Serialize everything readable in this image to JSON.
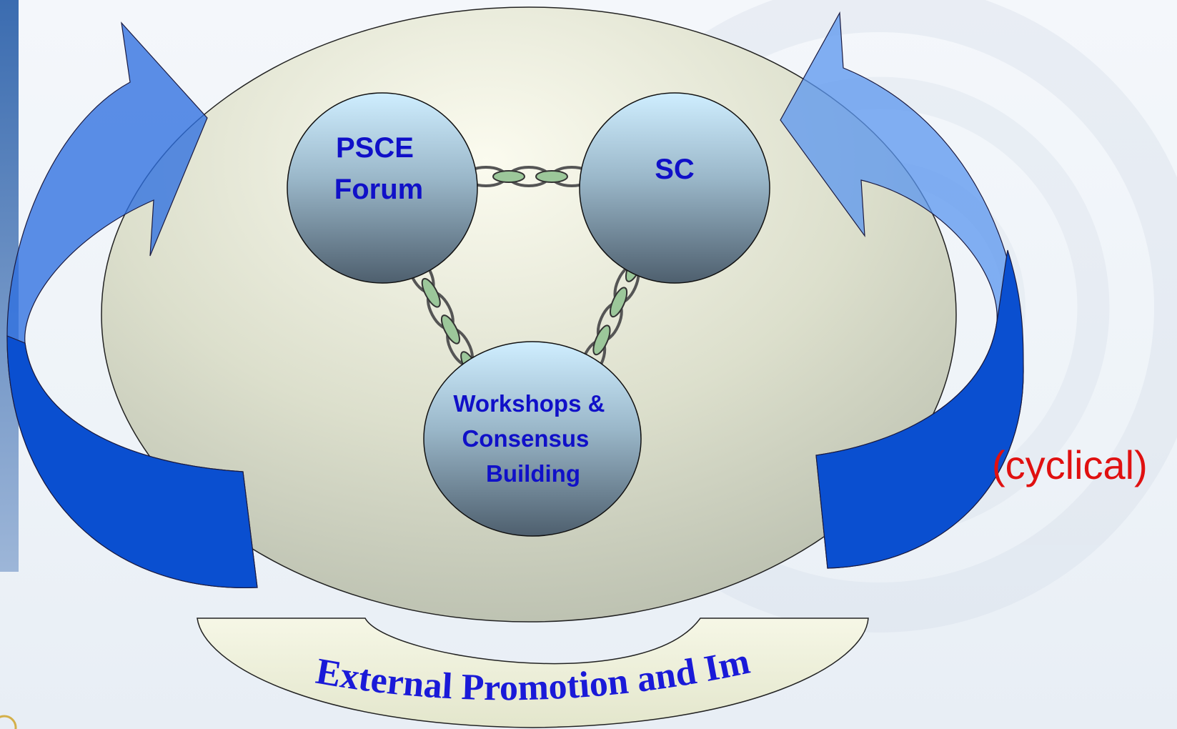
{
  "diagram": {
    "nodes": {
      "psce": {
        "lines": [
          "PSCE",
          "Forum"
        ]
      },
      "sc": {
        "lines": [
          "SC"
        ]
      },
      "workshops": {
        "lines": [
          "Workshops &",
          "Consensus",
          "Building"
        ]
      }
    },
    "side_label": "(cyclical)",
    "base_label": "External Promotion and Impact",
    "colors": {
      "arrow_light": "#6aa3f2",
      "arrow_dark": "#0a4fd0",
      "node_text": "#1010c8",
      "side_label": "#e01010",
      "chain": "#9cc79a"
    }
  }
}
